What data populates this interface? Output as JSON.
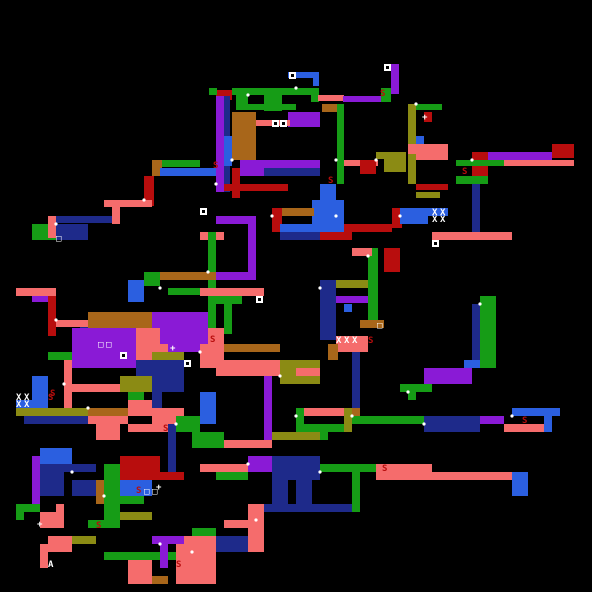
{
  "palette": {
    "background": "#000000",
    "green": "#169c16",
    "salmon": "#f56c6c",
    "purple": "#8a1ad6",
    "red": "#b80d0d",
    "blue": "#2b5fe0",
    "olive": "#8b8b14",
    "brown": "#a8661a",
    "navy": "#1e2a8a",
    "white": "#ffffff"
  },
  "map_legend_glyphs": {
    "save_point": "S",
    "health_item": "+",
    "locked_block": "X",
    "item_slot": "□",
    "arrow_up": "A"
  }
}
